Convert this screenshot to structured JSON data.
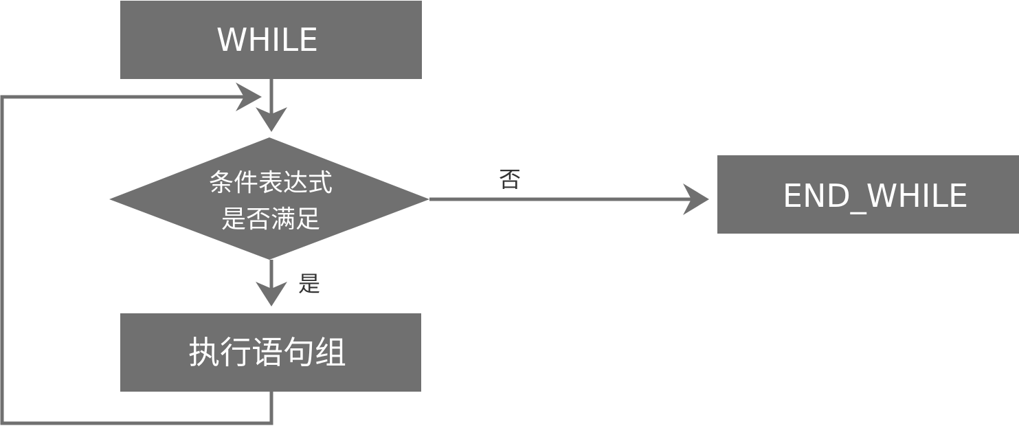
{
  "colors": {
    "box_fill": "#707070",
    "line": "#707070",
    "box_text": "#ffffff",
    "label_text": "#333333",
    "background": "#ffffff"
  },
  "nodes": {
    "while": {
      "label": "WHILE"
    },
    "condition": {
      "line1": "条件表达式",
      "line2": "是否满足"
    },
    "execute": {
      "label": "执行语句组"
    },
    "end_while": {
      "label": "END_WHILE"
    }
  },
  "edges": {
    "no_label": "否",
    "yes_label": "是"
  }
}
